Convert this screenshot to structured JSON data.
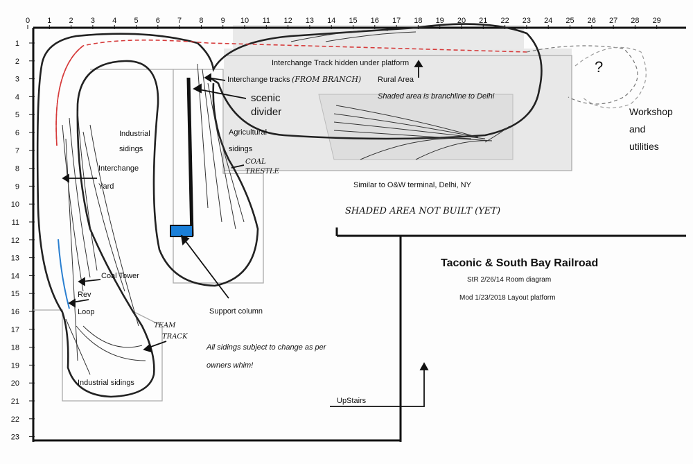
{
  "axis": {
    "x_ticks": [
      "0",
      "1",
      "2",
      "3",
      "4",
      "5",
      "6",
      "7",
      "8",
      "9",
      "10",
      "11",
      "12",
      "13",
      "14",
      "15",
      "16",
      "17",
      "18",
      "19",
      "20",
      "21",
      "22",
      "23",
      "24",
      "25",
      "26",
      "27",
      "28",
      "29"
    ],
    "y_ticks": [
      "1",
      "2",
      "3",
      "4",
      "5",
      "6",
      "7",
      "8",
      "9",
      "10",
      "11",
      "12",
      "13",
      "14",
      "15",
      "16",
      "17",
      "18",
      "19",
      "20",
      "21",
      "22",
      "23"
    ]
  },
  "labels": {
    "interchange_hidden": "Interchange Track hidden under platform",
    "interchange_tracks": "Interchange tracks",
    "from_branch": "(FROM BRANCH)",
    "rural_area": "Rural Area",
    "shaded_area_branch": "Shaded area is branchline to Delhi",
    "scenic": "scenic",
    "divider": "divider",
    "industrial": "Industrial",
    "sidings_a": "sidings",
    "agricultural": "Agricultural",
    "sidings_b": "sidings",
    "coal": "COAL",
    "trestle": "TRESTLE",
    "interchange": "Interchange",
    "yard": "Yard",
    "similar": "Similar to O&W terminal, Delhi, NY",
    "not_built": "SHADED AREA NOT BUILT (YET)",
    "workshop": "Workshop",
    "and": "and",
    "utilities": "utilities",
    "question": "?",
    "coal_tower": "Coal Tower",
    "rev": "Rev",
    "loop": "Loop",
    "support_column": "Support column",
    "team": "TEAM",
    "track": "TRACK",
    "all_sidings_1": "All sidings subject to change as per",
    "all_sidings_2": "owners whim!",
    "industrial_sidings": "Industrial sidings",
    "upstairs": "UpStairs"
  },
  "title": {
    "main": "Taconic & South Bay Railroad",
    "line1": "StR 2/26/14  Room diagram",
    "line2": "Mod 1/23/2018  Layout platform"
  },
  "colors": {
    "column": "#1a7fd8",
    "red_track": "#d63b3b",
    "blue_track": "#2a7fd0",
    "shading": "#e8e8e8"
  }
}
